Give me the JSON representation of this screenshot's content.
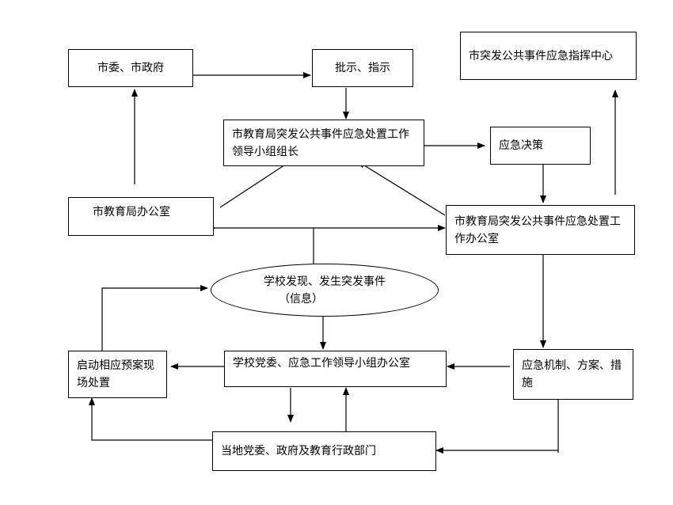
{
  "nodes": {
    "municipal_committee": "市委、市政府",
    "instructions": "批示、指示",
    "emergency_command_center": "市突发公共事件应急指挥中心",
    "bureau_leader": "市教育局突发公共事件应急处置工作领导小组组长",
    "emergency_decision": "应急决策",
    "bureau_office": "市教育局办公室",
    "bureau_emergency_office": "市教育局突发公共事件应急处置工作办公室",
    "school_discovery_line1": "学校发现、发生突发事件",
    "school_discovery_line2": "（信息）",
    "start_plan": "启动相应预案现场处置",
    "school_party_office": "学校党委、应急工作领导小组办公室",
    "emergency_mechanism": "应急机制、方案、措施",
    "local_departments": "当地党委、政府及教育行政部门"
  }
}
